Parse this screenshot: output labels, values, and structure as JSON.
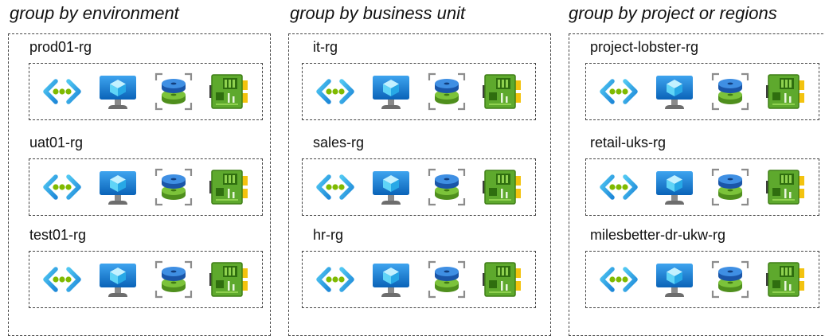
{
  "columns": [
    {
      "title": "group by environment",
      "resource_groups": [
        {
          "label": "prod01-rg"
        },
        {
          "label": "uat01-rg"
        },
        {
          "label": "test01-rg"
        }
      ]
    },
    {
      "title": "group by business unit",
      "resource_groups": [
        {
          "label": "it-rg"
        },
        {
          "label": "sales-rg"
        },
        {
          "label": "hr-rg"
        }
      ]
    },
    {
      "title": "group by project or regions",
      "resource_groups": [
        {
          "label": "project-lobster-rg"
        },
        {
          "label": "retail-uks-rg"
        },
        {
          "label": "milesbetter-dr-ukw-rg"
        }
      ]
    }
  ],
  "icons": [
    "virtual-network-icon",
    "virtual-machine-icon",
    "managed-disk-icon",
    "network-interface-icon"
  ],
  "colors": {
    "border": "#444444",
    "azure_blue": "#0078d4",
    "green": "#5ea92d",
    "dark_blue": "#1b5fb0"
  }
}
